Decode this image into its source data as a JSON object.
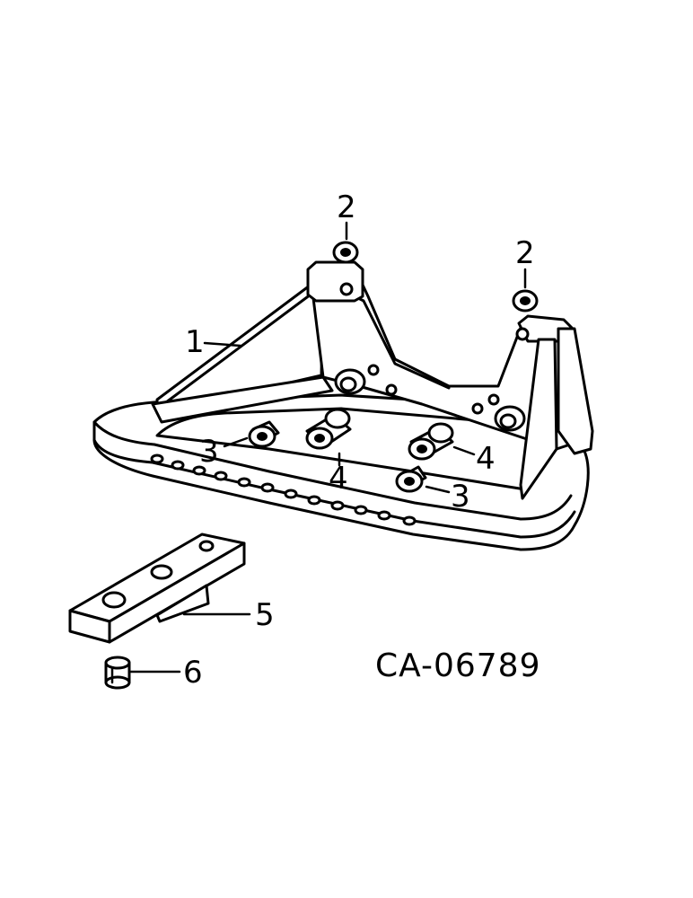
{
  "callouts": {
    "c1": "1",
    "c2a": "2",
    "c2b": "2",
    "c3a": "3",
    "c3b": "3",
    "c4a": "4",
    "c4b": "4",
    "c5": "5",
    "c6": "6"
  },
  "reference_code": "CA-06789"
}
